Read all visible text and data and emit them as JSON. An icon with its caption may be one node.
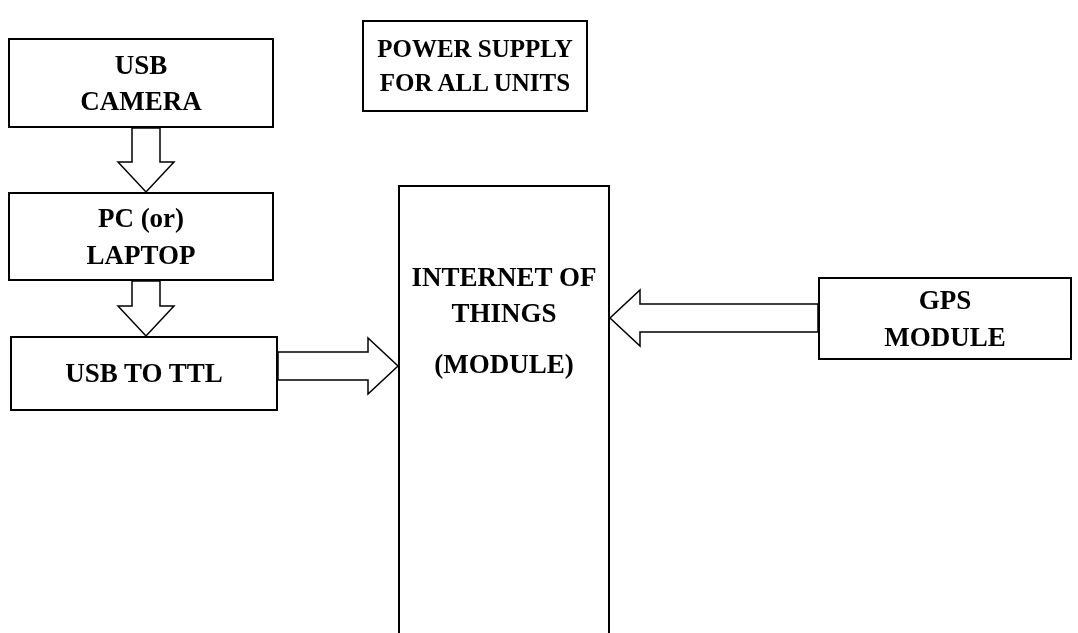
{
  "diagram": {
    "nodes": [
      {
        "text": [
          "POWER SUPPLY FOR ALL UNITS"
        ]
      },
      {
        "text": [
          "USB CAMERA"
        ]
      },
      {
        "text": [
          "PC (or) LAPTOP"
        ]
      },
      {
        "text": [
          "USB TO TTL"
        ]
      },
      {
        "text": [
          "INTERNET OF THINGS",
          "(MODULE)"
        ]
      },
      {
        "text": [
          "GPS MODULE"
        ]
      }
    ],
    "edges": [
      {
        "from": 1,
        "to": 2,
        "arrow": "to"
      },
      {
        "from": 2,
        "to": 3,
        "arrow": "to"
      },
      {
        "from": 3,
        "to": 4,
        "arrow": "to"
      },
      {
        "from": 5,
        "to": 4,
        "arrow": "to"
      }
    ]
  }
}
